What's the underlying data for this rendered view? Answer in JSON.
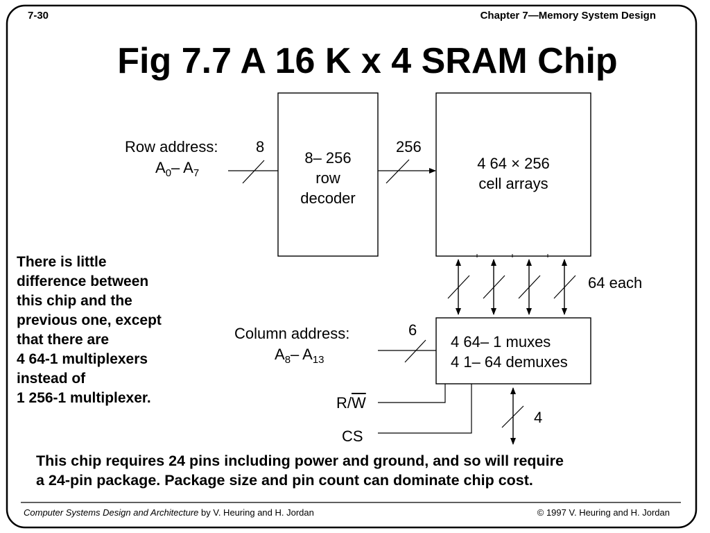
{
  "header": {
    "page_number": "7-30",
    "chapter": "Chapter 7—Memory System Design"
  },
  "title": "Fig 7.7   A 16 K x 4 SRAM Chip",
  "diagram": {
    "row_address_label": "Row address:",
    "row_address_range": {
      "base": "A",
      "start_sub": "0",
      "sep": "– A",
      "end_sub": "7"
    },
    "row_bus_width": "8",
    "decoder": {
      "line1": "8– 256",
      "line2": "row",
      "line3": "decoder"
    },
    "decoder_output_width": "256",
    "cell_arrays": {
      "line1": "4 64 × 256",
      "line2": "cell arrays"
    },
    "arrays_mux_width": "64 each",
    "column_address_label": "Column address:",
    "column_address_range": {
      "base": "A",
      "start_sub": "8",
      "sep": "– A",
      "end_sub": "13"
    },
    "column_bus_width": "6",
    "mux": {
      "line1": "4 64– 1 muxes",
      "line2": "4 1– 64 demuxes"
    },
    "rw_signal": {
      "prefix": "R/",
      "overlined": "W"
    },
    "cs_signal": "CS",
    "data_bus_width": "4"
  },
  "note": [
    "There is little",
    "difference between",
    "this chip and the",
    "previous one, except",
    "that there are",
    "4 64-1 multiplexers",
    "instead of",
    "1 256-1 multiplexer."
  ],
  "bottom_text": [
    "This chip requires 24 pins including power and ground, and so will require",
    "a 24-pin package. Package size and pin count can dominate chip cost."
  ],
  "footer": {
    "book_title": "Computer Systems Design and Architecture",
    "book_authors": " by V. Heuring and H. Jordan",
    "copyright": "© 1997 V. Heuring and H. Jordan"
  }
}
